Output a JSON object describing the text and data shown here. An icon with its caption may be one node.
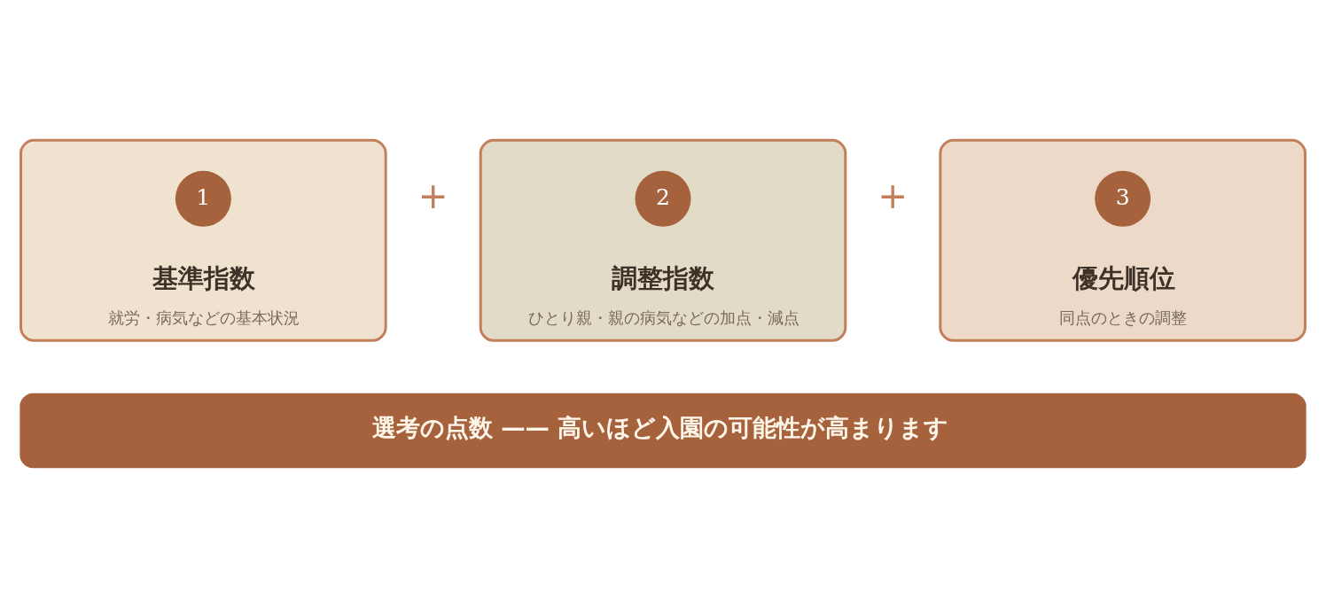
{
  "diagram": {
    "nodes": [
      {
        "text": [
          "基準指数",
          "就労・病気などの基本状況"
        ]
      },
      {
        "text": [
          "1"
        ],
        "in": 0
      },
      {
        "text": [
          "調整指数",
          "ひとり親・親の病気などの加点・減点"
        ]
      },
      {
        "text": [
          "2"
        ],
        "in": 2
      },
      {
        "text": [
          "優先順位",
          "同点のときの調整"
        ]
      },
      {
        "text": [
          "3"
        ],
        "in": 4
      },
      {
        "text": [
          "選考の点数 —— 高いほど入園の可能性が高まります"
        ]
      }
    ],
    "labels": [
      "+",
      "+"
    ]
  }
}
